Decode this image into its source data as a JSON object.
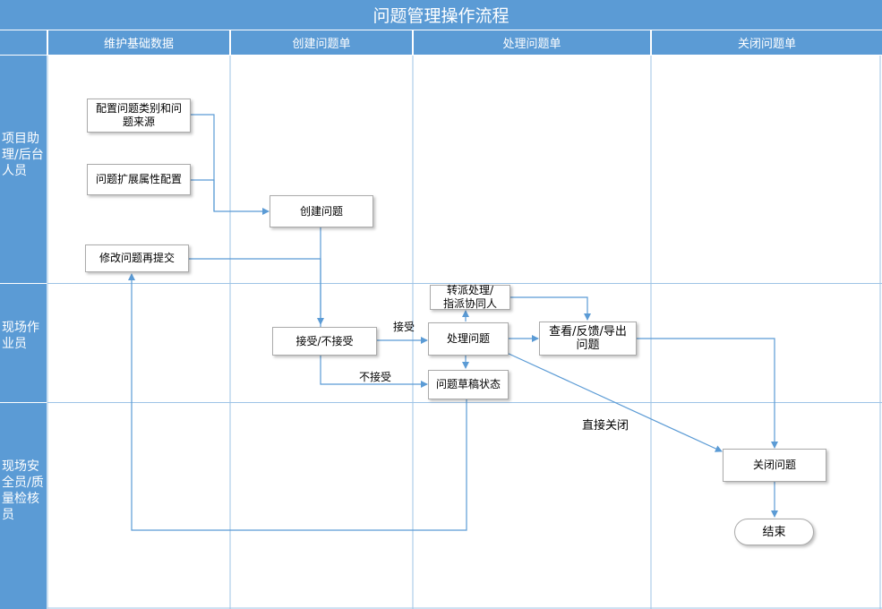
{
  "title": "问题管理操作流程",
  "phases": [
    "维护基础数据",
    "创建问题单",
    "处理问题单",
    "关闭问题单"
  ],
  "lanes": [
    "项目助\n理/后台\n人员",
    "现场作\n业员",
    "现场安\n全员/质\n量检核\n员"
  ],
  "nodes": {
    "config_category": "配置问题类别和问\n题来源",
    "config_ext": "问题扩展属性配置",
    "modify_resubmit": "修改问题再提交",
    "create_issue": "创建问题",
    "accept_reject": "接受/不接受",
    "transfer": "转派处理/\n指派协同人",
    "process_issue": "处理问题",
    "draft_status": "问题草稿状态",
    "view_feedback": "查看/反馈/导出\n问题",
    "close_issue": "关闭问题",
    "end": "结束"
  },
  "edge_labels": {
    "accept": "接受",
    "reject": "不接受",
    "direct_close": "直接关闭"
  },
  "colors": {
    "header": "#5b9bd5",
    "line": "#5b9bd5",
    "grid": "#9dc3e6"
  }
}
